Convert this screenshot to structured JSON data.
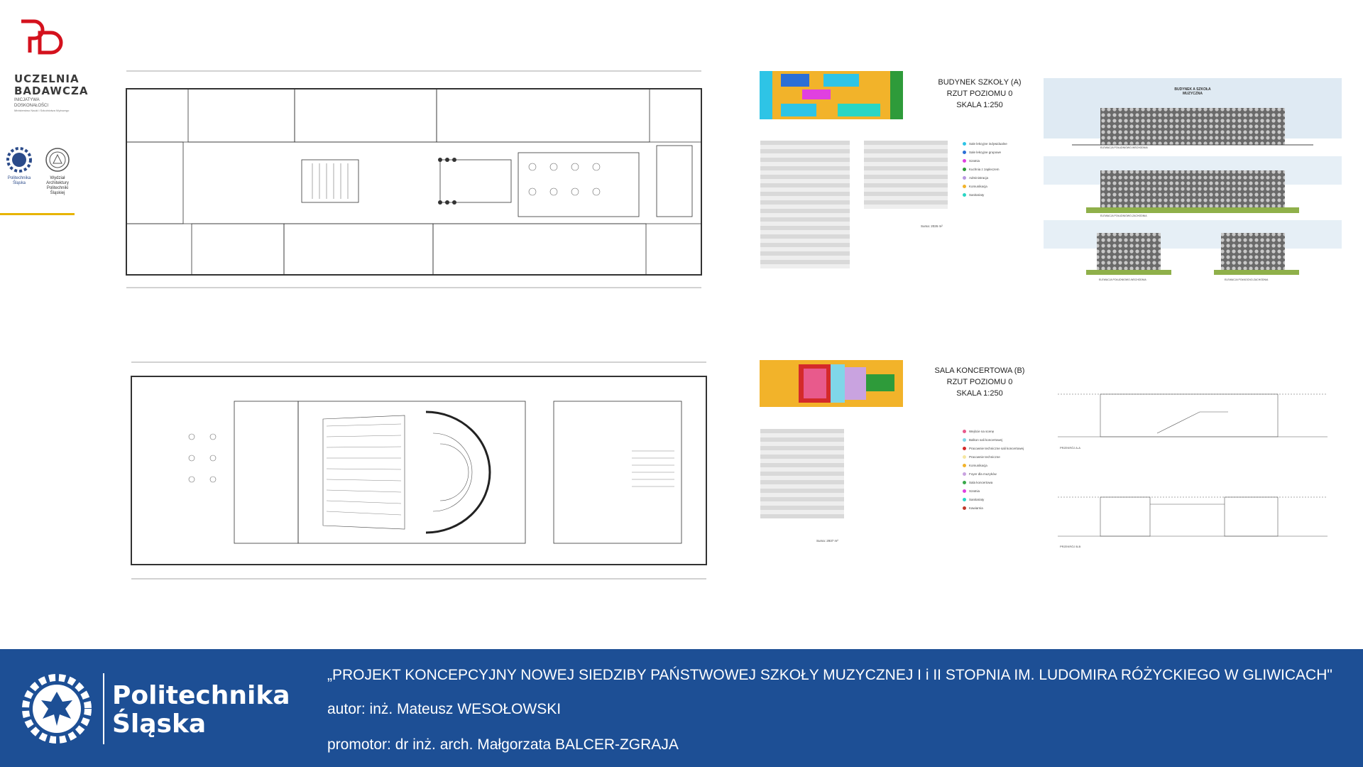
{
  "branding": {
    "ub_line1": "UCZELNIA",
    "ub_line2": "BADAWCZA",
    "ub_sub": "INICJATYWA DOSKONAŁOŚCI",
    "ub_tiny": "Ministerstwo Nauki i Szkolnictwa Wyższego",
    "ps_small": "Politechnika Śląska",
    "faculty_small": "Wydział Architektury Politechniki Śląskiej",
    "footer_logo_line1": "Politechnika",
    "footer_logo_line2": "Śląska",
    "brand_blue": "#1d4f95",
    "brand_red": "#d4111d",
    "accent_yellow": "#e7b400"
  },
  "building_a": {
    "title": "BUDYNEK SZKOŁY (A)",
    "subtitle": "RZUT POZIOMU 0",
    "scale": "SKALA 1:250",
    "elevation_label": "BUDYNEK A SZKOŁA MUZYCZNA",
    "sum": "Suma: 2026 m²",
    "legend": [
      {
        "label": "Sale lekcyjne indywidualne",
        "color": "#2ec4e6"
      },
      {
        "label": "Sale lekcyjne grupowe",
        "color": "#2b6fd6"
      },
      {
        "label": "Szatnia",
        "color": "#e040e0"
      },
      {
        "label": "Kuchnia z zapleczem",
        "color": "#2e9b3a"
      },
      {
        "label": "Administracja",
        "color": "#b898e0"
      },
      {
        "label": "Komunikacja",
        "color": "#f2b32a"
      },
      {
        "label": "Sanitariaty",
        "color": "#2ad6c4"
      }
    ],
    "elevations": [
      {
        "label": "ELEWACJA POŁUDNIOWO-WSCHODNIA"
      },
      {
        "label": "ELEWACJA POŁUDNIOWO-ZACHODNIA"
      },
      {
        "label": "ELEWACJA POŁUDNIOWO-WSCHODNIA"
      },
      {
        "label": "ELEWACJA POŁNOCNO-ZACHODNIA"
      }
    ]
  },
  "building_b": {
    "title": "SALA KONCERTOWA (B)",
    "subtitle": "RZUT POZIOMU 0",
    "scale": "SKALA 1:250",
    "sum": "Suma: 2937 m²",
    "legend": [
      {
        "label": "Wejście na scenę",
        "color": "#e85a8c"
      },
      {
        "label": "Balkon sali koncertowej",
        "color": "#7fd6e8"
      },
      {
        "label": "Pracownie techniczne sali koncertowej",
        "color": "#d42a2a"
      },
      {
        "label": "Pracownie techniczne",
        "color": "#f5e6a0"
      },
      {
        "label": "Komunikacja",
        "color": "#f2b32a"
      },
      {
        "label": "Foyer dla muzyków",
        "color": "#c9a3e0"
      },
      {
        "label": "Sala koncertowa",
        "color": "#3aa84a"
      },
      {
        "label": "Szatnia",
        "color": "#e040e0"
      },
      {
        "label": "Sanitariaty",
        "color": "#2ad6c4"
      },
      {
        "label": "Kawiarnia",
        "color": "#c0392b"
      }
    ],
    "sections": [
      {
        "label": "PRZEKRÓJ A-A"
      },
      {
        "label": "PRZEKRÓJ B-B"
      }
    ]
  },
  "footer": {
    "project_title": "„PROJEKT KONCEPCYJNY NOWEJ SIEDZIBY PAŃSTWOWEJ SZKOŁY MUZYCZNEJ I i II STOPNIA IM. LUDOMIRA RÓŻYCKIEGO W GLIWICACH\"",
    "author": "autor: inż. Mateusz WESOŁOWSKI",
    "supervisor": "promotor: dr inż. arch. Małgorzata BALCER-ZGRAJA"
  }
}
